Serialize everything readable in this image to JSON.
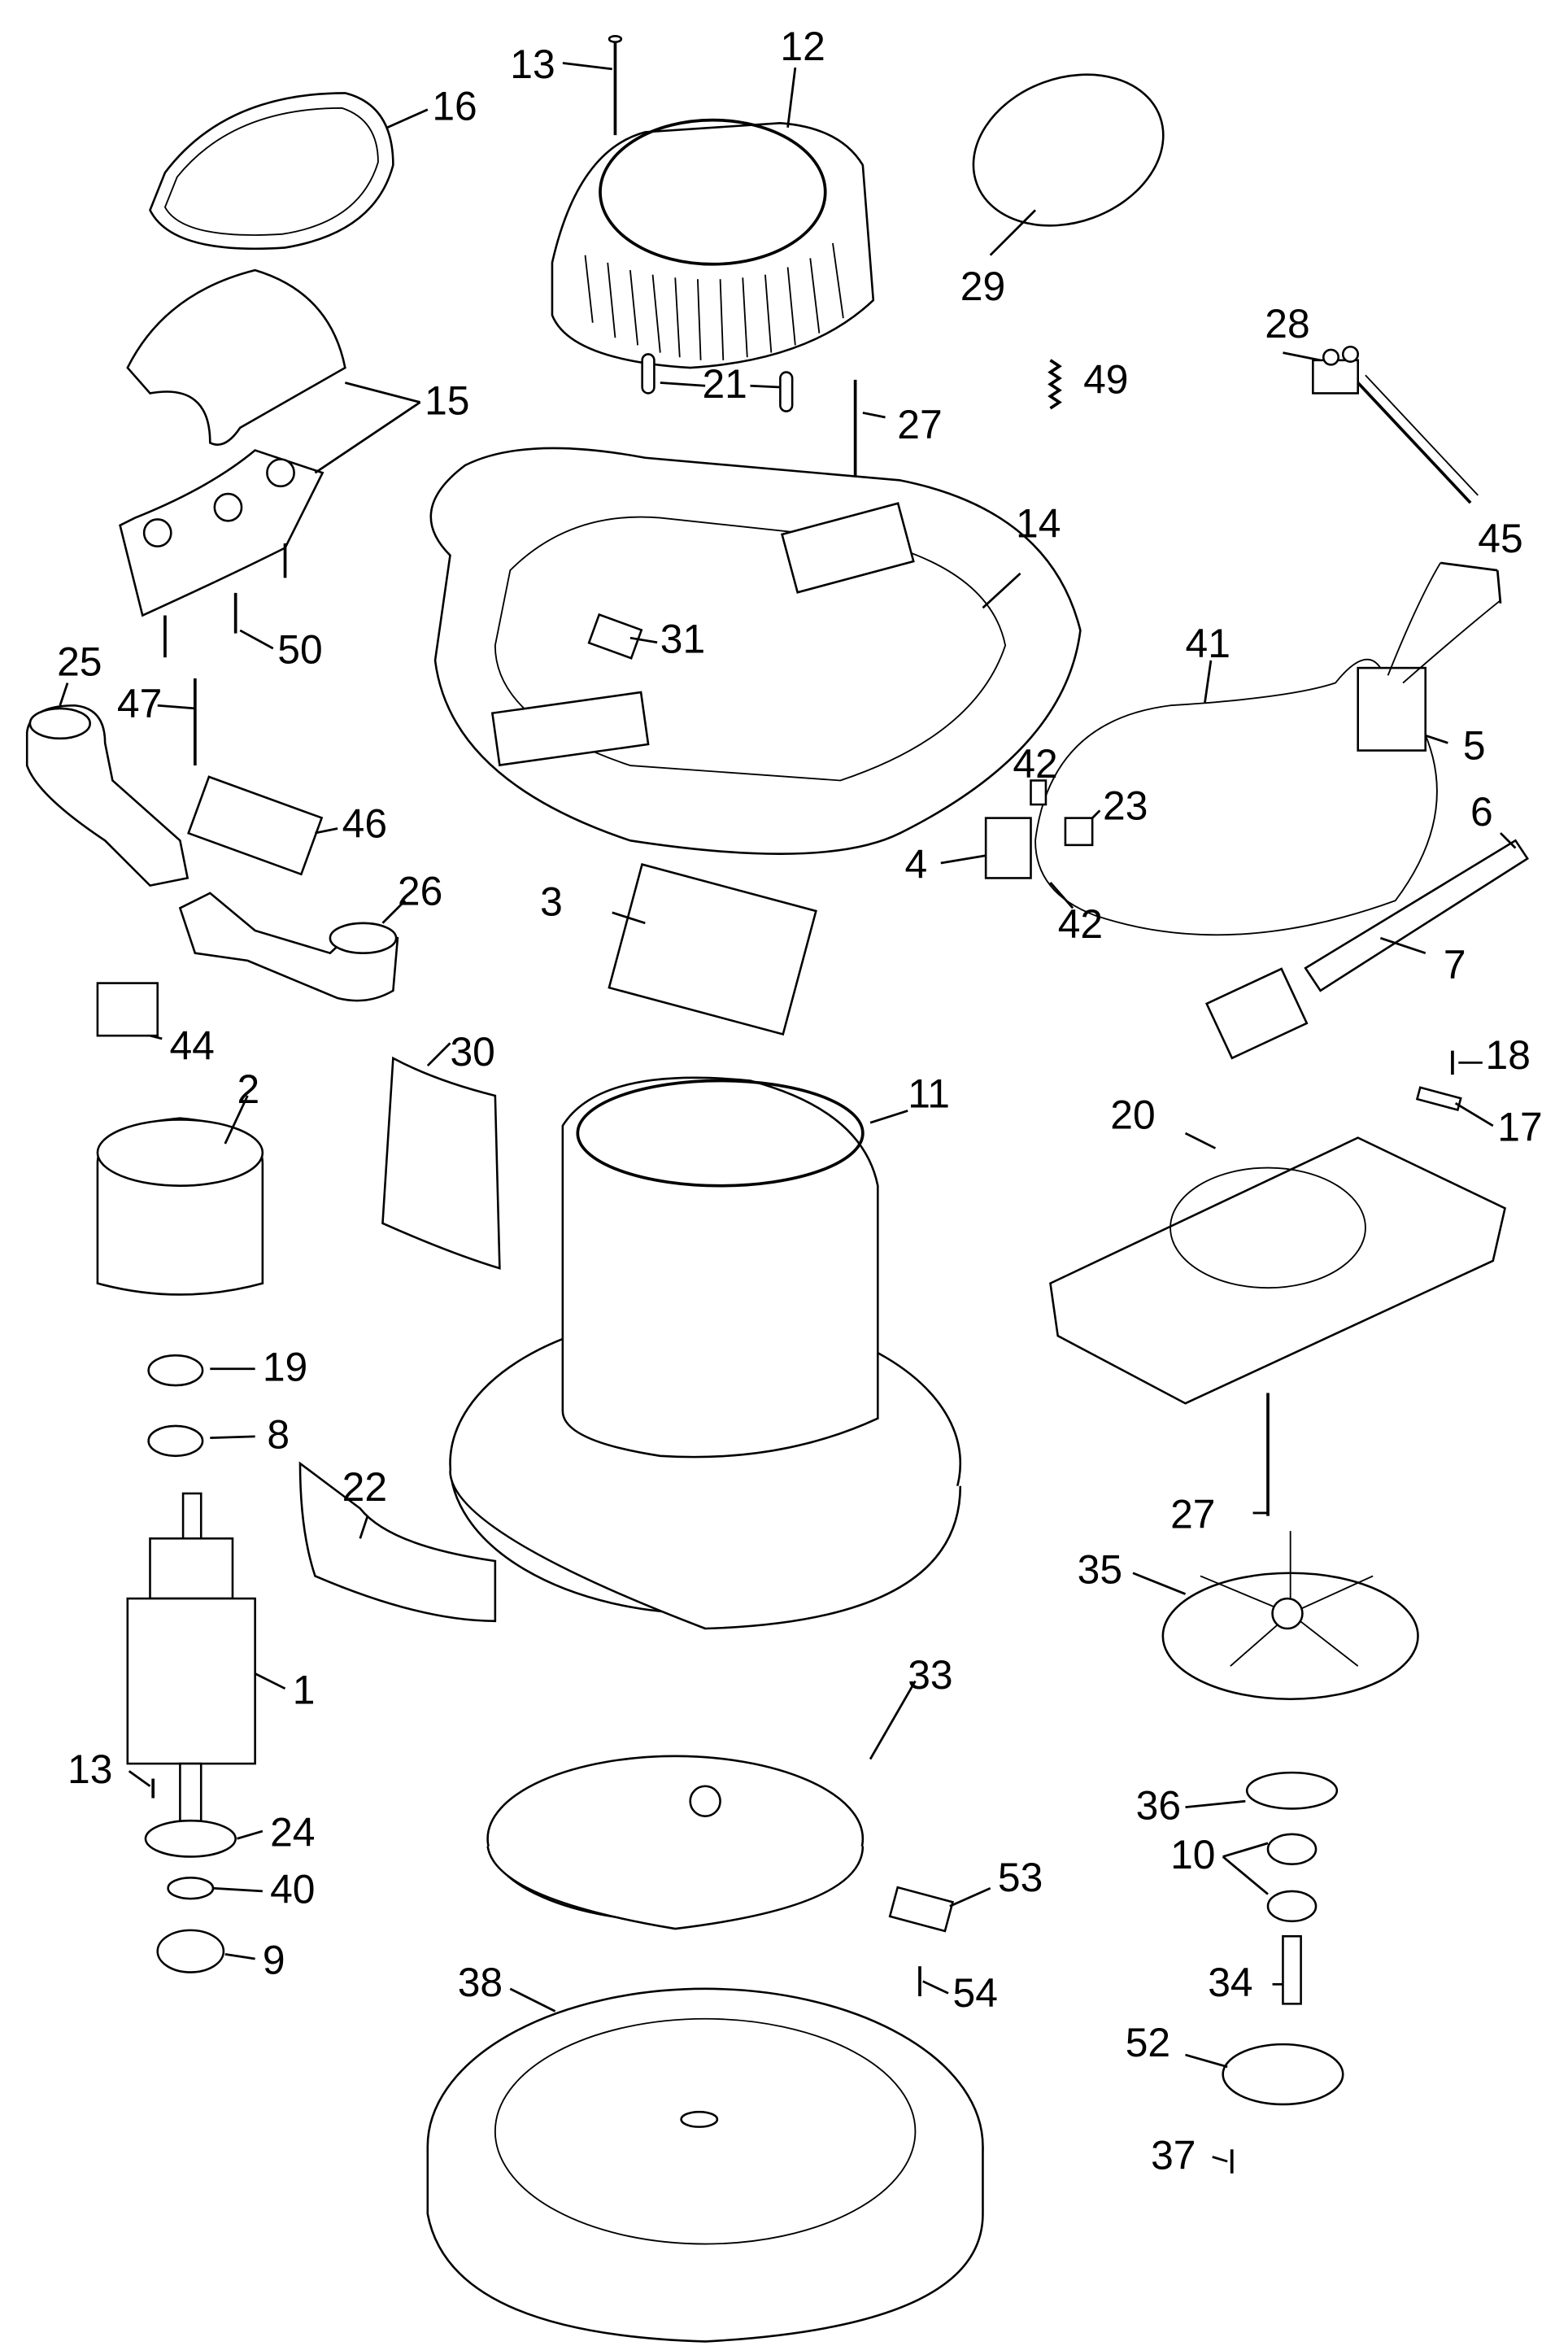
{
  "diagram": {
    "type": "exploded-parts-view",
    "subject": "floor machine motor assembly",
    "labels": [
      {
        "id": "l13a",
        "text": "13"
      },
      {
        "id": "l12",
        "text": "12"
      },
      {
        "id": "l16",
        "text": "16"
      },
      {
        "id": "l29",
        "text": "29"
      },
      {
        "id": "l28",
        "text": "28"
      },
      {
        "id": "l21",
        "text": "21"
      },
      {
        "id": "l49",
        "text": "49"
      },
      {
        "id": "l27a",
        "text": "27"
      },
      {
        "id": "l15",
        "text": "15"
      },
      {
        "id": "l14",
        "text": "14"
      },
      {
        "id": "l45",
        "text": "45"
      },
      {
        "id": "l31",
        "text": "31"
      },
      {
        "id": "l41",
        "text": "41"
      },
      {
        "id": "l50",
        "text": "50"
      },
      {
        "id": "l25",
        "text": "25"
      },
      {
        "id": "l47",
        "text": "47"
      },
      {
        "id": "l42a",
        "text": "42"
      },
      {
        "id": "l23",
        "text": "23"
      },
      {
        "id": "l5",
        "text": "5"
      },
      {
        "id": "l46",
        "text": "46"
      },
      {
        "id": "l6",
        "text": "6"
      },
      {
        "id": "l4",
        "text": "4"
      },
      {
        "id": "l26",
        "text": "26"
      },
      {
        "id": "l3",
        "text": "3"
      },
      {
        "id": "l42b",
        "text": "42"
      },
      {
        "id": "l7",
        "text": "7"
      },
      {
        "id": "l44",
        "text": "44"
      },
      {
        "id": "l30",
        "text": "30"
      },
      {
        "id": "l11",
        "text": "11"
      },
      {
        "id": "l2",
        "text": "2"
      },
      {
        "id": "l18",
        "text": "18"
      },
      {
        "id": "l20",
        "text": "20"
      },
      {
        "id": "l17",
        "text": "17"
      },
      {
        "id": "l19",
        "text": "19"
      },
      {
        "id": "l8",
        "text": "8"
      },
      {
        "id": "l22",
        "text": "22"
      },
      {
        "id": "l27b",
        "text": "27"
      },
      {
        "id": "l35",
        "text": "35"
      },
      {
        "id": "l1",
        "text": "1"
      },
      {
        "id": "l33",
        "text": "33"
      },
      {
        "id": "l13b",
        "text": "13"
      },
      {
        "id": "l24",
        "text": "24"
      },
      {
        "id": "l36",
        "text": "36"
      },
      {
        "id": "l40",
        "text": "40"
      },
      {
        "id": "l10",
        "text": "10"
      },
      {
        "id": "l53",
        "text": "53"
      },
      {
        "id": "l9",
        "text": "9"
      },
      {
        "id": "l38",
        "text": "38"
      },
      {
        "id": "l54",
        "text": "54"
      },
      {
        "id": "l34",
        "text": "34"
      },
      {
        "id": "l52",
        "text": "52"
      },
      {
        "id": "l37",
        "text": "37"
      }
    ]
  }
}
